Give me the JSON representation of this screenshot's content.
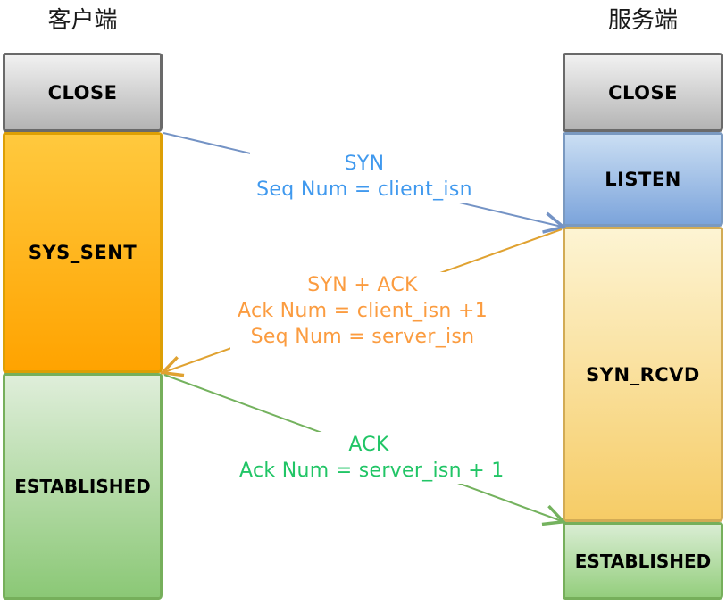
{
  "client": {
    "title": "客户端",
    "states": [
      {
        "label": "CLOSE",
        "color_top": "#F1F1F1",
        "color_bottom": "#B4B4B4",
        "border": "#6A6A6A"
      },
      {
        "label": "SYS_SENT",
        "color_top": "#FFC93E",
        "color_bottom": "#FFA300",
        "border": "#DD9F05"
      },
      {
        "label": "ESTABLISHED",
        "color_top": "#DFEEDA",
        "color_bottom": "#8BC876",
        "border": "#76AF5B"
      }
    ]
  },
  "server": {
    "title": "服务端",
    "states": [
      {
        "label": "CLOSE",
        "color_top": "#F1F1F1",
        "color_bottom": "#B4B4B4",
        "border": "#6A6A6A"
      },
      {
        "label": "LISTEN",
        "color_top": "#CADEF3",
        "color_bottom": "#7CA4DB",
        "border": "#7A99C0"
      },
      {
        "label": "SYN_RCVD",
        "color_top": "#FDF4D3",
        "color_bottom": "#F6CC66",
        "border": "#D2AB55"
      },
      {
        "label": "ESTABLISHED",
        "color_top": "#D9EDD3",
        "color_bottom": "#94CE7D",
        "border": "#76AF5B"
      }
    ]
  },
  "messages": [
    {
      "name": "syn",
      "direction": "client-to-server",
      "lines": [
        "SYN",
        "Seq Num = client_isn"
      ],
      "text_color": "#4099EE",
      "line_color": "#7493C5"
    },
    {
      "name": "syn-ack",
      "direction": "server-to-client",
      "lines": [
        "SYN + ACK",
        "Ack Num =  client_isn +1",
        "Seq Num = server_isn"
      ],
      "text_color": "#FB9C40",
      "line_color": "#E0A231"
    },
    {
      "name": "ack",
      "direction": "client-to-server",
      "lines": [
        "ACK",
        "Ack Num = server_isn + 1"
      ],
      "text_color": "#21C566",
      "line_color": "#74B25E"
    }
  ]
}
